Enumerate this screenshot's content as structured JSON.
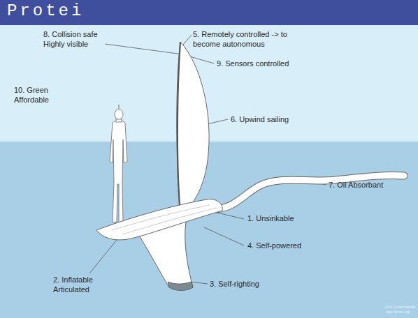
{
  "diagram": {
    "title": "Protei",
    "labels": [
      "8. Collision safe Highly visible",
      "5. Remotely controlled -> to become autonomous",
      "9. Sensors controlled",
      "10. Green Affordable",
      "6. Upwind sailing",
      "7. Oil Absorbant",
      "1. Unsinkable",
      "4. Self-powered",
      "2. Inflatable Articulated",
      "3. Self-righting",
      "2011 Cesar Harada",
      "http://protei.org"
    ]
  }
}
